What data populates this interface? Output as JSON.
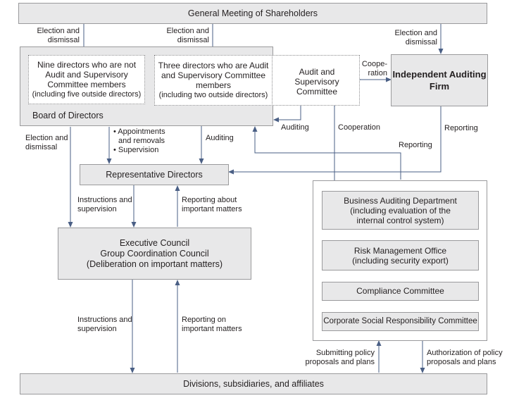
{
  "boxes": {
    "shareholders": "General Meeting of Shareholders",
    "board": "Board of Directors",
    "nine_directors": [
      "Nine directors who are not",
      "Audit and Supervisory",
      "Committee members",
      "(including five outside directors)"
    ],
    "three_directors": [
      "Three directors who are Audit",
      "and Supervisory Committee",
      "members",
      "(including two outside directors)"
    ],
    "audit_committee": [
      "Audit and",
      "Supervisory",
      "Committee"
    ],
    "auditing_firm": [
      "Independent Auditing",
      "Firm"
    ],
    "representative": "Representative Directors",
    "executive_council": [
      "Executive Council",
      "Group Coordination Council",
      "(Deliberation on important matters)"
    ],
    "business_auditing": [
      "Business Auditing Department",
      "(including evaluation of the",
      "internal control system)"
    ],
    "risk_management": [
      "Risk Management Office",
      "(including security export)"
    ],
    "compliance": "Compliance Committee",
    "csr": "Corporate Social Responsibility Committee",
    "divisions": "Divisions, subsidiaries, and affiliates"
  },
  "labels": {
    "election_dismissal_1": [
      "Election and",
      "dismissal"
    ],
    "election_dismissal_2": [
      "Election and",
      "dismissal"
    ],
    "election_dismissal_3": [
      "Election and",
      "dismissal"
    ],
    "election_dismissal_4": [
      "Election and",
      "dismissal"
    ],
    "cooperation_1": [
      "Coope-",
      "ration"
    ],
    "auditing_1": "Auditing",
    "cooperation_2": "Cooperation",
    "reporting_1": "Reporting",
    "reporting_2": "Reporting",
    "appointments": [
      "• Appointments",
      "and removals",
      "• Supervision"
    ],
    "auditing_2": "Auditing",
    "instructions_1": [
      "Instructions and",
      "supervision"
    ],
    "reporting_about": [
      "Reporting about",
      "important matters"
    ],
    "instructions_2": [
      "Instructions and",
      "supervision"
    ],
    "reporting_on": [
      "Reporting on",
      "important matters"
    ],
    "submitting": [
      "Submitting policy",
      "proposals and plans"
    ],
    "authorization": [
      "Authorization of policy",
      "proposals and plans"
    ]
  },
  "colors": {
    "box_fill": "#e8e8e9",
    "box_border": "#9a9a9c",
    "arrow": "#4a5f85",
    "text": "#231f20"
  }
}
